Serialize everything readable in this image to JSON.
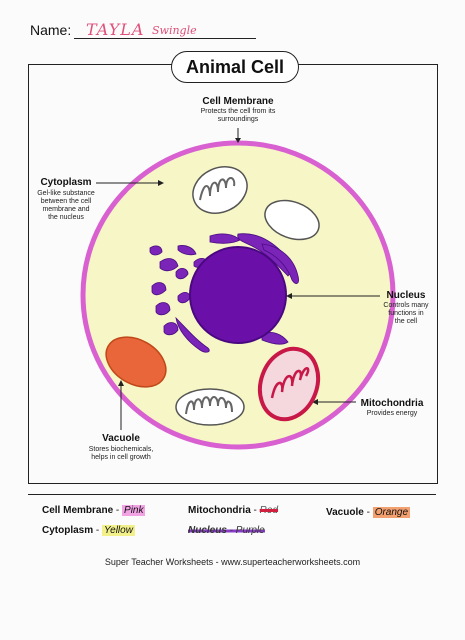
{
  "worksheet": {
    "name_label": "Name:",
    "name_first": "TAYLA",
    "name_last": "Swingle",
    "title": "Animal Cell",
    "footer": "Super Teacher Worksheets - www.superteacherworksheets.com"
  },
  "labels": {
    "cell_membrane": {
      "title": "Cell Membrane",
      "line1": "Protects the cell from its",
      "line2": "surroundings"
    },
    "cytoplasm": {
      "title": "Cytoplasm",
      "line1": "Gel-like substance",
      "line2": "between the cell",
      "line3": "membrane and",
      "line4": "the nucleus"
    },
    "nucleus": {
      "title": "Nucleus",
      "line1": "Controls many",
      "line2": "functions in",
      "line3": "the cell"
    },
    "mitochondria": {
      "title": "Mitochondria",
      "line1": "Provides energy"
    },
    "vacuole": {
      "title": "Vacuole",
      "line1": "Stores biochemicals,",
      "line2": "helps in cell growth"
    }
  },
  "color_key": {
    "cell_membrane": {
      "name": "Cell Membrane",
      "sep": " - ",
      "color": "Pink"
    },
    "cytoplasm": {
      "name": "Cytoplasm",
      "sep": " - ",
      "color": "Yellow"
    },
    "mitochondria": {
      "name": "Mitochondria",
      "sep": " - ",
      "color": "Red"
    },
    "nucleus": {
      "name": "Nucleus",
      "sep": " - ",
      "color": "Purple"
    },
    "vacuole": {
      "name": "Vacuole",
      "sep": " - ",
      "color": "Orange"
    }
  },
  "colors": {
    "membrane": "#d860d0",
    "cytoplasm": "#f6f6c6",
    "nucleus": "#6a10a8",
    "er": "#7a24b8",
    "mitochondria": "#c81848",
    "vacuole": "#e8663a"
  }
}
